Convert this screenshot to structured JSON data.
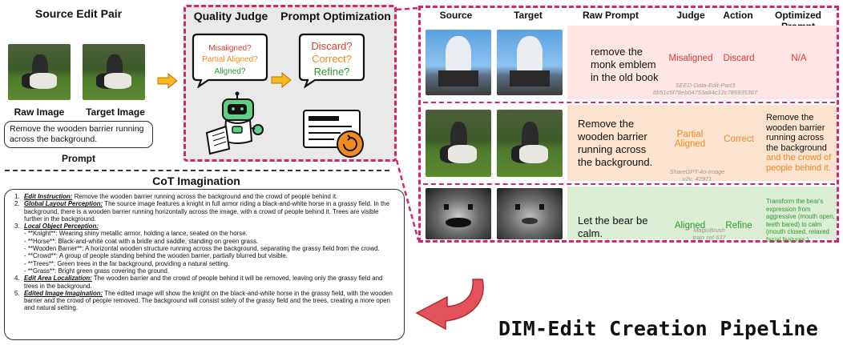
{
  "left": {
    "source_title": "Source Edit Pair",
    "raw_image_label": "Raw Image",
    "target_image_label": "Target Image",
    "prompt_text": "Remove the wooden barrier running across the background.",
    "prompt_label": "Prompt"
  },
  "judge": {
    "title": "Quality Judge",
    "bubble": [
      "Misaligned?",
      "Partial Aligned?",
      "Aligned?"
    ]
  },
  "optimization": {
    "title": "Prompt Optimization",
    "bubble": [
      "Discard?",
      "Correct?",
      "Refine?"
    ]
  },
  "cot": {
    "title": "CoT Imagination",
    "items": [
      {
        "num": "1.",
        "label": "Edit Instruction:",
        "text": " Remove the wooden barrier running across the background and the crowd of people behind it."
      },
      {
        "num": "2.",
        "label": "Global Layout Perception:",
        "text": " The source image features a knight in full armor riding a black-and-white horse in a grassy field. In the background, there is a wooden barrier running horizontally across the image, with a crowd of people behind it. Trees are visible further in the background."
      },
      {
        "num": "3.",
        "label": "Local Object Perception:",
        "text": ""
      },
      {
        "num": "",
        "label": "",
        "text": "- **Knight**: Wearing shiny metallic armor, holding a lance, seated on the horse."
      },
      {
        "num": "",
        "label": "",
        "text": "- **Horse**: Black-and-white coat with a bridle and saddle, standing on green grass."
      },
      {
        "num": "",
        "label": "",
        "text": "- **Wooden Barrier**: A horizontal wooden structure running across the background, separating the grassy field from the crowd."
      },
      {
        "num": "",
        "label": "",
        "text": "- **Crowd**: A group of people standing behind the wooden barrier, partially blurred but visible."
      },
      {
        "num": "",
        "label": "",
        "text": "- **Trees**: Green trees in the far background, providing a natural setting."
      },
      {
        "num": "",
        "label": "",
        "text": "- **Grass**: Bright green grass covering the ground."
      },
      {
        "num": "4.",
        "label": "Edit Area Localization:",
        "text": " The wooden barrier and the crowd of people behind it will be removed, leaving only the grassy field and trees in the background."
      },
      {
        "num": "5.",
        "label": "Edited Image Imagination:",
        "text": " The edited image will show the knight on the black-and-white horse in the grassy field, with the wooden barrier and the crowd of people removed. The background will consist solely of the grassy field and the trees, creating a more open and natural setting."
      }
    ]
  },
  "table": {
    "headers": [
      "Source",
      "Target",
      "Raw Prompt",
      "Judge",
      "Action",
      "Optimized Prompt"
    ],
    "rows": [
      {
        "raw_prompt": "remove the monk emblem in the old book",
        "judge": "Misaligned",
        "action": "Discard",
        "optimized": "N/A",
        "meta": "SEED-Data-Edit-Part3\n8b51c5f78eb04753a84c12c785935367"
      },
      {
        "raw_prompt": "Remove the wooden barrier running across the background.",
        "judge": "Partial Aligned",
        "action": "Correct",
        "optimized_a": "Remove the wooden barrier running across the background",
        "optimized_b": " and the crowd of people behind it.",
        "meta": "ShareGPT-4o-Image\nv2v_42971"
      },
      {
        "raw_prompt": "Let the bear be calm.",
        "judge": "Aligned",
        "action": "Refine",
        "optimized": "Transform the bear's expression from aggressive (mouth open, teeth bared) to calm (mouth closed, relaxed facial features.)",
        "meta": "MagicBrush\ntrain set 637"
      }
    ]
  },
  "pipeline_title": "DIM-Edit Creation Pipeline",
  "colors": {
    "magenta": "#d6246e",
    "red": "#e03a2f",
    "orange": "#f28a1c",
    "green": "#2e9a2e",
    "row1_bg": "#fde6e4",
    "row2_bg": "#fbe3cf",
    "row3_bg": "#dbeed5",
    "gray_panel": "#e9e9e9"
  }
}
